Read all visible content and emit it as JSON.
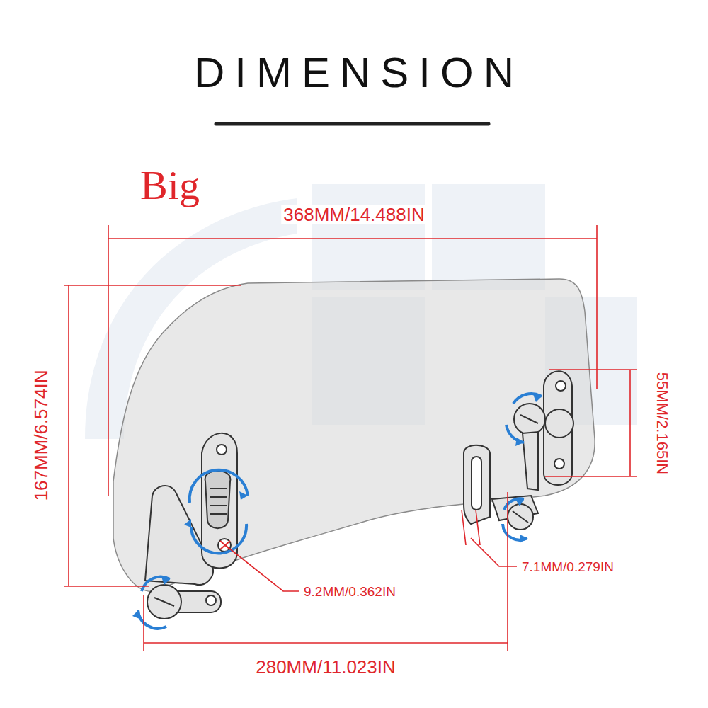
{
  "diagram": {
    "title": "DIMENSION",
    "labels": [
      "Big",
      "368MM/14.488IN",
      "167MM/6.574IN",
      "55MM/2.165IN",
      "9.2MM/0.362IN",
      "7.1MM/0.279IN",
      "280MM/11.023IN"
    ]
  }
}
